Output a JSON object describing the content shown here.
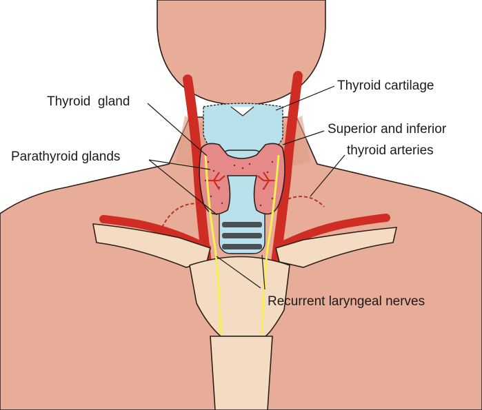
{
  "labels": {
    "thyroid_gland": "Thyroid  gland",
    "thyroid_cartilage": "Thyroid cartilage",
    "sup_inf_line1": "Superior and inferior",
    "sup_inf_line2": "thyroid arteries",
    "parathyroid_glands": "Parathyroid glands",
    "recurrent_laryngeal_nerves": "Recurrent laryngeal nerves"
  },
  "colors": {
    "skin": "#e8ad98",
    "skin_shadow": "#d99a85",
    "bone": "#f3dcc2",
    "cartilage": "#b9e1ec",
    "trachea_ring": "#4a4f54",
    "artery": "#cf2c24",
    "gland": "#e58a88",
    "nerve": "#f7ee52"
  }
}
